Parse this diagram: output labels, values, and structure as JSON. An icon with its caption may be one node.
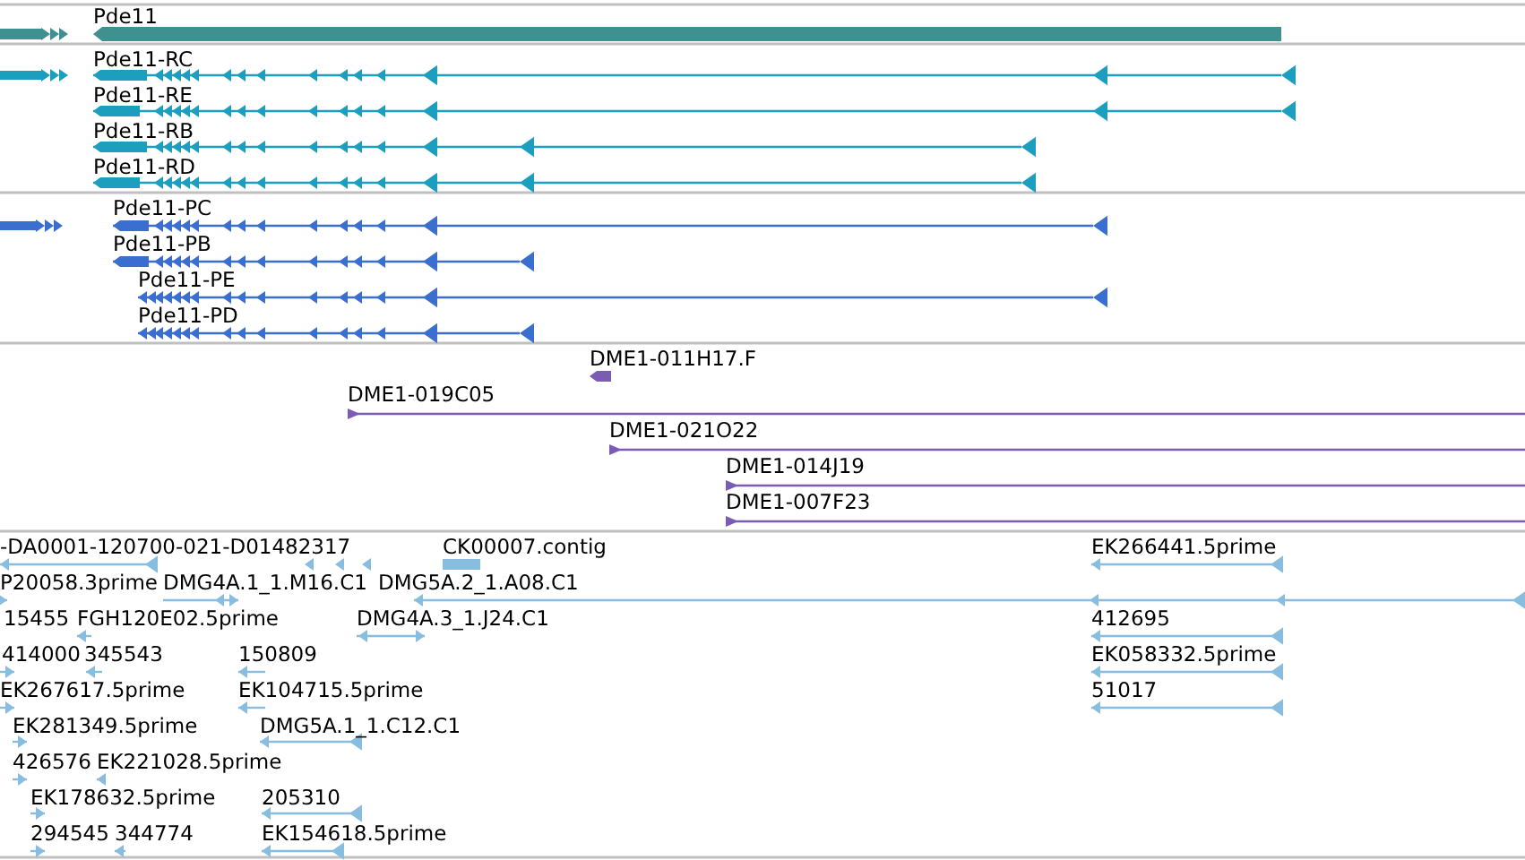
{
  "diagram": {
    "labels": [
      "Pde11",
      "Pde11-RC",
      "Pde11-RE",
      "Pde11-RB",
      "Pde11-RD",
      "Pde11-PC",
      "Pde11-PB",
      "Pde11-PE",
      "Pde11-PD",
      "DME1-011H17.F",
      "DME1-019C05",
      "DME1-021O22",
      "DME1-014J19",
      "DME1-007F23",
      "-DA0001-120700-021-D01482317",
      "CK00007.contig",
      "EK266441.5prime",
      "P20058.3prime",
      "DMG4A.1_1.M16.C1",
      "DMG5A.2_1.A08.C1",
      "15455",
      "FGH120E02.5prime",
      "DMG4A.3_1.J24.C1",
      "412695",
      "414000",
      "345543",
      "150809",
      "EK058332.5prime",
      "EK267617.5prime",
      "EK104715.5prime",
      "51017",
      "EK281349.5prime",
      "DMG5A.1_1.C12.C1",
      "426576",
      "EK221028.5prime",
      "EK178632.5prime",
      "205310",
      "294545",
      "344774",
      "EK154618.5prime"
    ]
  }
}
